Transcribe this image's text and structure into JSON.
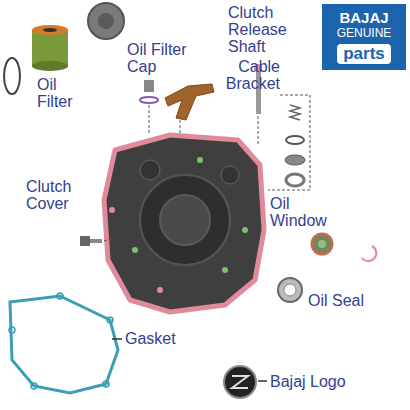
{
  "diagram": {
    "nodes": [
      {
        "text": [
          "BAJAJ",
          "GENUINE",
          "parts"
        ]
      }
    ],
    "labels": [
      "Oil Filter",
      "Oil Filter Cap",
      "Clutch Release Shaft",
      "Cable Bracket",
      "Clutch Cover",
      "Oil Window",
      "Oil Seal",
      "Gasket",
      "Bajaj Logo"
    ]
  }
}
